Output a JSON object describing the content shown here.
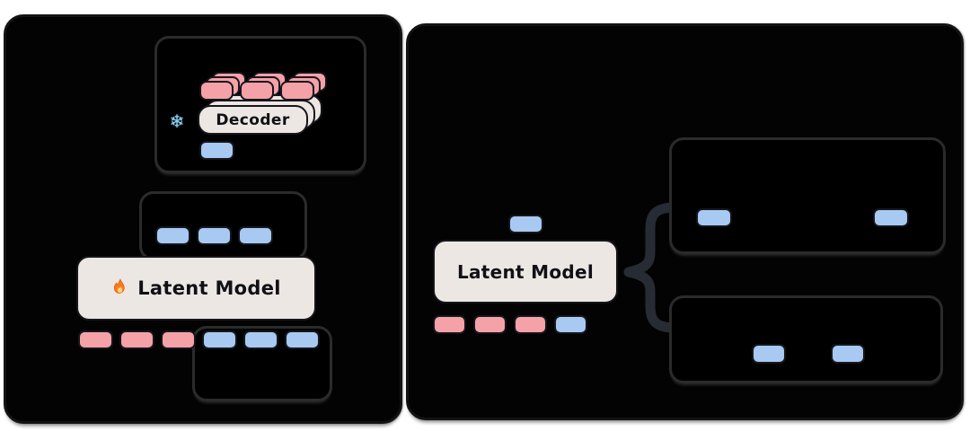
{
  "colors": {
    "pink": "#F5A1A8",
    "blue": "#A8C9F2",
    "light_box": "#EDE7E3",
    "ink": "#16161C",
    "panel_bg": "#030303",
    "brace": "#272B33",
    "snowflake_blue": "#8FCDE8",
    "flame_orange": "#F97B1C",
    "flame_yellow": "#FDD872"
  },
  "left_panel": {
    "decoder_unit": {
      "decoder_label": "Decoder",
      "snowflake_char": "❄",
      "fire_char": "",
      "pink_output_stacks": 3,
      "stack_layers_each": 3,
      "decoder_layers": 3,
      "input_tokens": [
        "blue"
      ]
    },
    "latent_model": {
      "label": "Latent Model",
      "fire_char": "🔥"
    },
    "latent_output_tokens": [
      "blue",
      "blue",
      "blue"
    ],
    "latent_input_tokens": [
      "pink",
      "pink",
      "pink",
      "blue",
      "blue",
      "blue"
    ]
  },
  "right_panel": {
    "latent_model": {
      "label": "Latent Model"
    },
    "latent_output_tokens": [
      "blue"
    ],
    "latent_input_tokens": [
      "pink",
      "pink",
      "pink",
      "blue"
    ],
    "branch_top_tokens": [
      "blue",
      "blue"
    ],
    "branch_bottom_tokens": [
      "blue",
      "blue"
    ]
  }
}
